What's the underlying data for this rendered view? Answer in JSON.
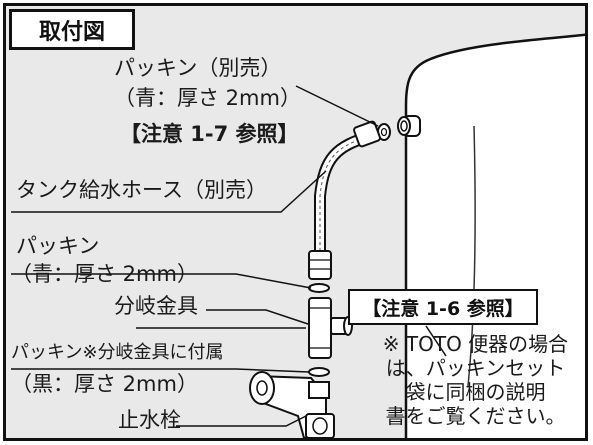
{
  "title": "取付図",
  "labels": {
    "packing_top_1": "パッキン（別売）",
    "packing_top_2": "（青：厚さ 2mm）",
    "caution_17": "【注意 1-7 参照】",
    "hose": "タンク給水ホース（別売）",
    "packing_mid_1": "パッキン",
    "packing_mid_2": "（青：厚さ 2mm）",
    "branch": "分岐金具",
    "packing_low_1": "パッキン※分岐金具に付属",
    "packing_low_2": "（黒：厚さ 2mm）",
    "stopcock": "止水栓"
  },
  "caution_16": "【注意 1-6 参照】",
  "note_lines": [
    "※ TOTO 便器の場合",
    "は、パッキンセット",
    "袋に同梱の説明",
    "書をご覧ください。"
  ]
}
